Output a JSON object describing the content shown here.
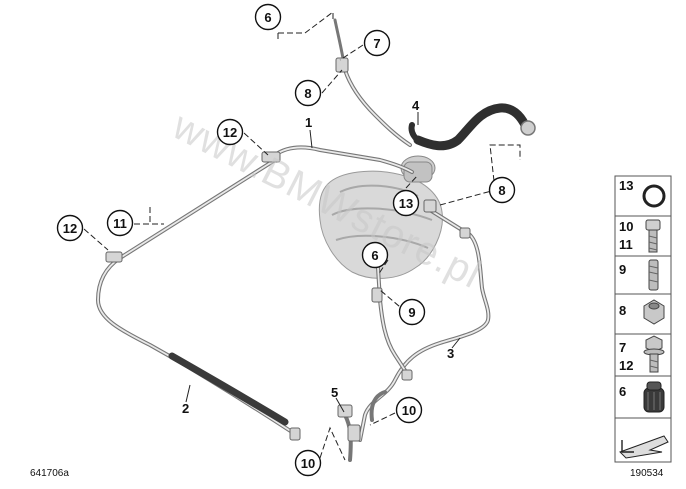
{
  "watermark": "www.BMWstore.pl",
  "diagram_code_left": "641706a",
  "diagram_code_right": "190534",
  "callouts": {
    "c6_top": "6",
    "c7": "7",
    "c8_top": "8",
    "c12_a": "12",
    "c12_b": "12",
    "c11": "11",
    "c13": "13",
    "c8_right": "8",
    "c6_mid": "6",
    "c9": "9",
    "c10_a": "10",
    "c10_b": "10"
  },
  "labels": {
    "l1": "1",
    "l2": "2",
    "l3": "3",
    "l4": "4",
    "l5": "5"
  },
  "legend": [
    {
      "numbers": [
        "13"
      ],
      "icon": "o-ring-icon"
    },
    {
      "numbers": [
        "10",
        "11"
      ],
      "icon": "hex-socket-bolt-icon"
    },
    {
      "numbers": [
        "9"
      ],
      "icon": "stud-bolt-icon"
    },
    {
      "numbers": [
        "8"
      ],
      "icon": "hex-nut-icon"
    },
    {
      "numbers": [
        "7",
        "12"
      ],
      "icon": "flange-bolt-icon"
    },
    {
      "numbers": [
        "6"
      ],
      "icon": "protective-cap-icon"
    },
    {
      "numbers": [],
      "icon": "direction-arrow-icon"
    }
  ]
}
